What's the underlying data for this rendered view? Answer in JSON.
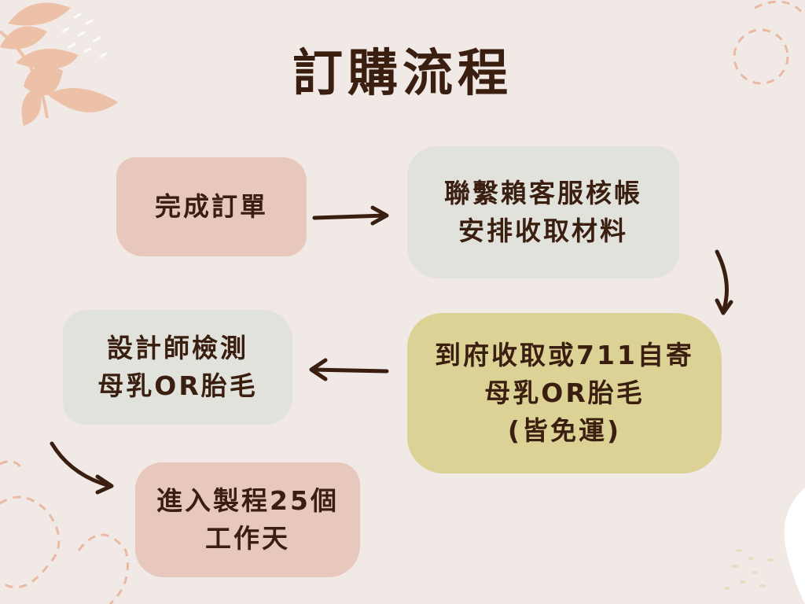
{
  "title": "訂購流程",
  "steps": [
    {
      "lines": [
        "完成訂單"
      ]
    },
    {
      "lines": [
        "聯繫賴客服核帳",
        "安排收取材料"
      ]
    },
    {
      "lines": [
        "到府收取或711自寄",
        "母乳OR胎毛",
        "(皆免運)"
      ]
    },
    {
      "lines": [
        "設計師檢測",
        "母乳OR胎毛"
      ]
    },
    {
      "lines": [
        "進入製程25個",
        "工作天"
      ]
    }
  ],
  "colors": {
    "text": "#3a1f10",
    "pink": "#e8c8bc",
    "grey": "#e2e2dd",
    "olive": "#ddd296",
    "leaf": "#edc0a8",
    "dash": "#eab9a2"
  }
}
